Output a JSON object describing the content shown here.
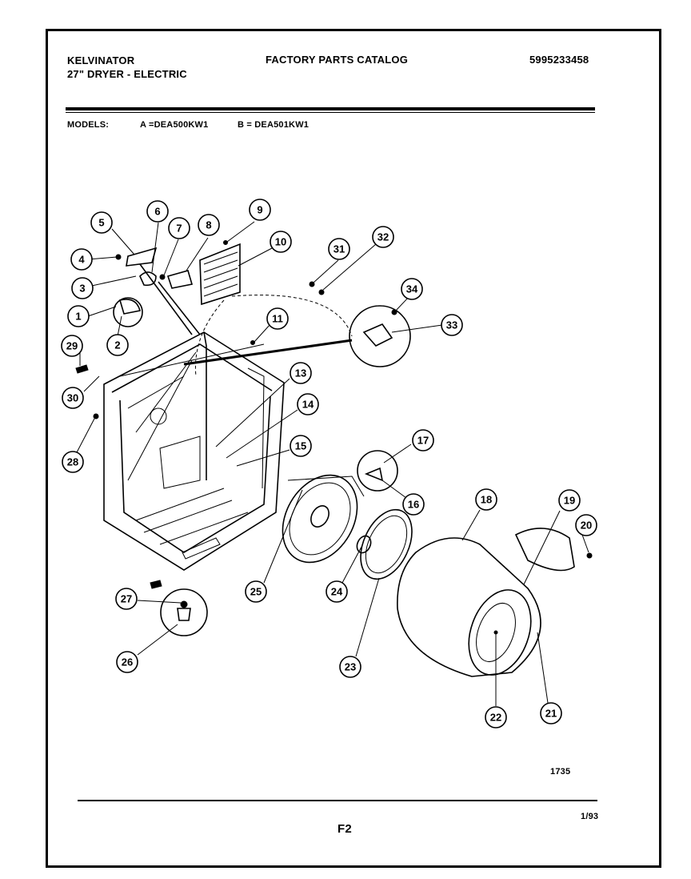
{
  "header": {
    "brand": "KELVINATOR",
    "product": "27\" DRYER - ELECTRIC",
    "catalog_title": "FACTORY PARTS CATALOG",
    "catalog_number": "5995233458"
  },
  "models": {
    "label": "MODELS:",
    "model_a": "A =DEA500KW1",
    "model_b": "B = DEA501KW1"
  },
  "callouts": [
    "1",
    "2",
    "3",
    "4",
    "5",
    "6",
    "7",
    "8",
    "9",
    "10",
    "11",
    "13",
    "14",
    "15",
    "16",
    "17",
    "18",
    "19",
    "20",
    "21",
    "22",
    "23",
    "24",
    "25",
    "26",
    "27",
    "28",
    "29",
    "30",
    "31",
    "32",
    "33",
    "34"
  ],
  "footer": {
    "drawing_number": "1735",
    "page_id": "F2",
    "date": "1/93"
  }
}
